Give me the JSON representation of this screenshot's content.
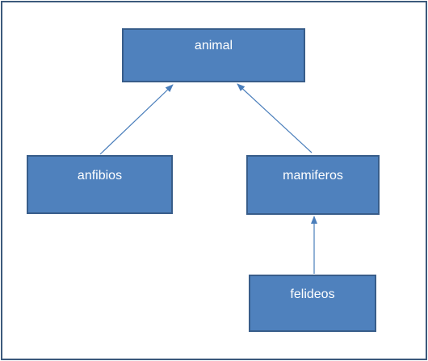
{
  "diagram": {
    "nodes": [
      {
        "id": "animal",
        "label": "animal"
      },
      {
        "id": "anfibios",
        "label": "anfibios"
      },
      {
        "id": "mamiferos",
        "label": "mamiferos"
      },
      {
        "id": "felideos",
        "label": "felideos"
      }
    ],
    "edges": [
      {
        "from": "anfibios",
        "to": "animal"
      },
      {
        "from": "mamiferos",
        "to": "animal"
      },
      {
        "from": "felideos",
        "to": "mamiferos"
      }
    ],
    "colors": {
      "node_fill": "#4f81bd",
      "node_border": "#385d8a",
      "node_text": "#ffffff",
      "connector": "#4a7ebb",
      "frame": "#3c5a7c"
    }
  }
}
